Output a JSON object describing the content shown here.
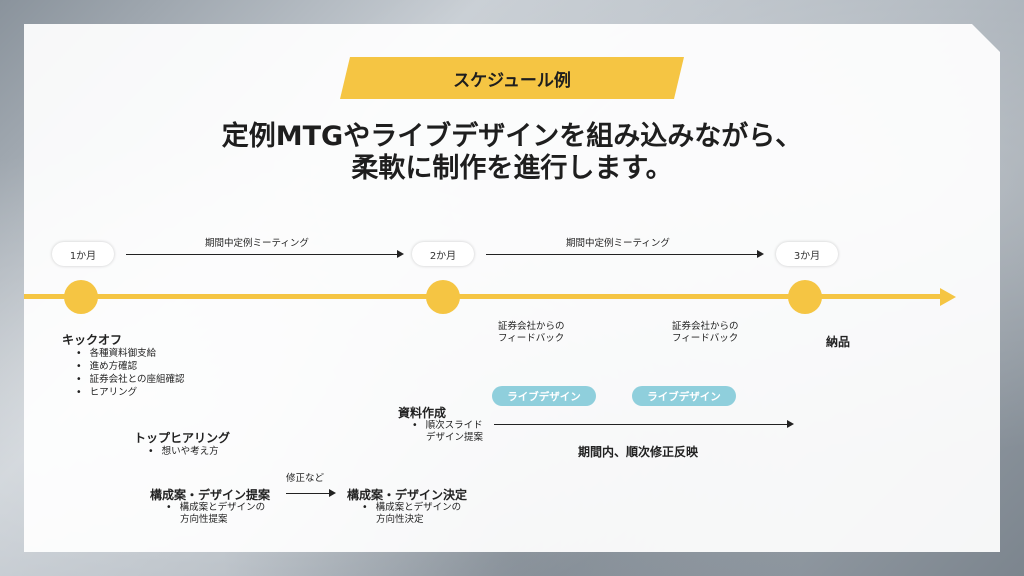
{
  "badge": "スケジュール例",
  "headline": {
    "line1": "定例MTGやライブデザインを組み込みながら、",
    "line2": "柔軟に制作を進行します。"
  },
  "months": [
    "1か月",
    "2か月",
    "3か月"
  ],
  "meetings": [
    "期間中定例ミーティング",
    "期間中定例ミーティング"
  ],
  "feedback": [
    {
      "line1": "証券会社からの",
      "line2": "フィードバック"
    },
    {
      "line1": "証券会社からの",
      "line2": "フィードバック"
    }
  ],
  "delivery": "納品",
  "kickoff": {
    "title": "キックオフ",
    "items": [
      "各種資料御支給",
      "進め方確認",
      "証券会社との座組確認",
      "ヒアリング"
    ]
  },
  "top_hearing": {
    "title": "トップヒアリング",
    "items": [
      "想いや考え方"
    ]
  },
  "fix_label": "修正など",
  "proposal": {
    "title": "構成案・デザイン提案",
    "bullet": "構成案とデザインの",
    "cont": "方向性提案"
  },
  "decision": {
    "title": "構成案・デザイン決定",
    "bullet": "構成案とデザインの",
    "cont": "方向性決定"
  },
  "materials": {
    "title": "資料作成",
    "bullet": "順次スライド",
    "cont": "デザイン提案"
  },
  "live_design": [
    "ライブデザイン",
    "ライブデザイン"
  ],
  "reflect": "期間内、順次修正反映",
  "colors": {
    "accent": "#f5c543",
    "live": "#8fcfdc"
  }
}
